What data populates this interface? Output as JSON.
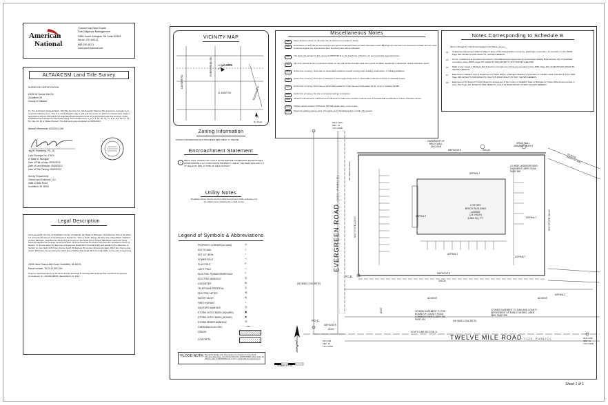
{
  "sheet": {
    "label": "Sheet 1 of 1"
  },
  "company": {
    "logo_line1": "American",
    "logo_line2": "National",
    "lines": [
      "Commercial Real Estate",
      "Due Diligence Management",
      "3486 South Arlington Rd Suite 59163",
      "Akron, OH 44312",
      "888.250.8121",
      "www.americannat.net"
    ]
  },
  "title_box": {
    "title": "ALTA/ACSM Land Title Survey",
    "cert_heading": "SURVEYOR CERTIFICATION",
    "address": [
      "20000 W Twelve Mile Rd",
      "Southfield, MI",
      "County of Oakland"
    ],
    "cert_text": "To: The Huntington National Bank; 169 Title Services Inc; Old Republic National Title Insurance Company and American National, LLC. This is to certify that this map or plat and the survey on which it is based were made in accordance with the 2011 Minimum Standard Detail Requirements for ALTA/ACSM Land Title Surveys, jointly established and adopted by ALTA and NSPS, and includes Items 1, 2, 3, 4, 6a, 6b, 7a, 7c, 8, 9, 11a, 13, 14, 17, 18, 19a, 20, 21 of Table A thereof. The field work was completed on 05/01/2013.",
    "network_ref": "Network Reference: #2012014-000",
    "surveyor_lines": [
      "Jay W. Shemberg, PS, JD",
      "Land Surveyor No. 47674",
      "In State of: Michigan",
      "Date of Plat or Map: 05/02/2012",
      "Date of Last Revision: 05/03/2012",
      "Date of Title Printing: 05/02/2012"
    ],
    "prepared_by": [
      "Survey Prepared by:",
      "Global Land Solutions, LLC",
      "3085 12 Mile Road",
      "Southfield, MI 48341"
    ],
    "seal_text": "STATE OF MICHIGAN PROFESSIONAL SURVEYOR"
  },
  "legal": {
    "title": "Legal Description",
    "paragraph": "Land situated in the City of Southfield, County of Oakland, and State of Michigan, described as: Part of the West 1/2 of the Southeast 1/4 of Southwest 1/4 Section 11, Town 1 North, Range 10 East, City of Southfield, Oakland County, Michigan, described as: Beginning at a point on the North line of Twelve Mile Road, said point being South 89 degrees 50 minutes 30 seconds East, 60.0 feet and due North 60.0 feet from the Southwest corner of Section 11; thence along the East line of Evergreen Road (60.0 foot half width) and parallel to the West line of Section 11, due North 215.0 feet; thence South 89 degrees 50 minutes 30 seconds East, 200.0 feet; thence due South, 150.0 feet; thence along the North line of Twelve Mile Road (60.0 foot half width) to the point of beginning.",
    "address": "20000 West Twelve Mile Road, Southfield, MI 48076",
    "parcel": "Parcel number: 76-24-11-351-040",
    "closing": "Property described above is the same as that described in Old Republic National Title Insurance Company's Commitment No. 10126433MIMI, dated March 15, 2012."
  },
  "vicinity": {
    "title": "VICINITY MAP",
    "roads": [
      "12 MILE RD",
      "11 MILE RD",
      "EVERGREEN RD",
      "LAHSER RD",
      "TELEGRAPH"
    ],
    "site_label": "SITE",
    "scale_note": "No Scale"
  },
  "zoning": {
    "title": "Zoning Information",
    "text": "ZONING INFORMATION NOT PROVIDED PER TABLE \"A\" ITEM 6B"
  },
  "encroachment": {
    "title": "Encroachment Statement",
    "marker": "1",
    "text": "BRICK WALL (SURVEYOR COULD NO DETERMINE OWNERSHIP) ENCROACHES APPROXIMATELY 1.0' OVER NORTH PROPERTY LINE AT THE WEST END AND 1.0' AT THE EAST END, AT TIME OF FIELD SURVEY."
  },
  "utility": {
    "title": "Utility Notes",
    "text": "All utilities shown hereon are from observed ground visible evidence only. No utilities were marked prior to field survey."
  },
  "legend": {
    "title": "Legend of Symbols & Abbreviations",
    "items": [
      "PROPERTY CORNER (as noted)",
      "SET PK NAIL",
      "SET 1/2\" IRON",
      "POWER POLE",
      "FLAG POLE",
      "LIGHT POLE",
      "ELECTRIC TRANSFORMER BOX",
      "ELECTRIC MANHOLE",
      "GAS METER",
      "TELEPHONE PEDESTAL",
      "ELECTRIC METER",
      "WATER VALVE",
      "FIRE HYDRANT",
      "SANITARY MANHOLE",
      "STORM CATCH BASIN (SQUARE)",
      "STORM CATCH BASIN (ROUND)",
      "STORM SEWER MANHOLE",
      "OVERHEAD ELECTRIC",
      "GRAVEL",
      "CONCRETE"
    ],
    "symbols": [
      "◎",
      "△",
      "○",
      "⊸",
      "ℙ",
      "☼",
      "T",
      "Ⓔ",
      "⊞",
      "◫",
      "Ⓜ",
      "⊗",
      "♁",
      "Ⓢ",
      "▣",
      "◉",
      "Ⓓ",
      "—OE—"
    ]
  },
  "flood": {
    "title": "FLOOD NOTE:",
    "text": "By graphic plotting only, this property is in Zone(s) X of the Flood Insurance Rate Map, Community Panel No. 26125C0538F, which bears an effective date of 09/29/2006 and is not in a Special Flood Hazard Area."
  },
  "scale": {
    "label": "SCALE: 1\" = 30'"
  },
  "misc": {
    "title": "Miscellaneous Notes",
    "notes": [
      {
        "id": "MN1",
        "text": "Some features shown on this plat may be shown out of scale for clarity."
      },
      {
        "id": "MN2",
        "text": "Dimensions on this plat are expressed in feet and decimal parts thereof unless otherwise noted. Bearings are referred to an assumed meridian and are used to denote angles only. Monuments were found at points where indicated."
      },
      {
        "id": "MN3",
        "text": "The basis of bearings for this survey is S89°50'30\"E on the South line of Section 11, per record title legal description."
      },
      {
        "id": "MN4",
        "text": "All of the various survey monuments shown on this plat as found and/or used are in good condition, apparently undisturbed, unless otherwise noted."
      },
      {
        "id": "MN5",
        "text": "At the time of survey, there was no observable evidence of earth moving work, building construction, or building additions."
      },
      {
        "id": "MN6",
        "text": "At the time of survey, there are no changes in street right of way lines or observable evidence of street or sidewalk repairs."
      },
      {
        "id": "MN7",
        "text": "At the time of survey, there was no observable evidence of site use as a solid waste dump, sump or sanitary landfill."
      },
      {
        "id": "MN8",
        "text": "At the time of survey, the site is not being used as a cemetery."
      },
      {
        "id": "MN9",
        "text": "All field measurements matched record dimensions within the precision requirements of ALTA/ACSM specifications unless otherwise shown."
      },
      {
        "id": "MN10",
        "text": "Subject parcel contains 0.69 Acres (30,000 square feet), more or less."
      },
      {
        "id": "MN11",
        "text": "Observed parking spaces were: 29 regular and 2 handicapped for a total of 31 spaces."
      }
    ]
  },
  "schedule": {
    "title": "Notes Corresponding to Schedule B",
    "intro": "Items 1 through 13, Not Survey Related, Not Shown Hereon.",
    "items": [
      {
        "id": "14",
        "text": "Underground Easement (Right of Way) in favor of The Detroit Edison Company, a Michigan corporation, as recorded in Liber 29334, Page 358. AFFECTS AND AFFECTS, SHOWN HEREON."
      },
      {
        "id": "15",
        "text": "Terms, conditions and provisions as recited in Site Maintenance Agreement by and between Fidelity Bank and the City of Southfield recorded in Liber 39399, Page 579. AFFECTS AND AFFECTS, NOT SURVEY RELATED."
      },
      {
        "id": "16",
        "text": "Right of way vested in Michigan Bell Telephone Company by instrument recorded in Liber 4849, Page 403. AFFECTS AND AFFECTS, SHOWN HEREON."
      },
      {
        "id": "17",
        "text": "Easement to Oakland County Department of Public Works, a Michigan Statutory Corporation for sanitary sewer recorded in Liber 3635, Page 298. AFFECTS AND AFFECTS, FALLS IN ROAD RIGHT OF WAY, SHOWN HEREON."
      },
      {
        "id": "18",
        "text": "Easement to the Board of County Road Commissioners of the County of Oakland, State of Michigan for Twelve Mile Road recorded in Liber 750, Page 434. AFFECTS AND AFFECTS, FALLS IN ROAD RIGHT OF WAY, SHOWN HEREON."
      }
    ]
  },
  "plan": {
    "evergreen_road": "EVERGREEN ROAD",
    "evergreen_public": "(120' PUBLIC)",
    "twelve_mile_road": "TWELVE MILE ROAD",
    "twelve_mile_public": "(120' PUBLIC)",
    "wide_access": "(60' WIDE ACCESS)",
    "wide_concrete_left": "(58' WIDE CONCRETE)",
    "wide_concrete_bottom": "(58' WIDE CONCRETE)",
    "south_line": "SOUTH LINE SECTION 11",
    "building": [
      "1 STORY",
      "BRICK BUILDING",
      "#20000",
      "(24' HIGH)",
      "3,654 SQ. FT."
    ],
    "pob": "P.O.B.",
    "poc": "P.O.C.",
    "w14": [
      "W1/4 COR.",
      "SEC. 11",
      "T1N, R10E"
    ],
    "sw": [
      "SW COR.",
      "SEC. 11",
      "T1N, R10E"
    ],
    "s14": [
      "S1/4 COR.",
      "SEC. 11",
      "T1N, R10E"
    ],
    "brick_wall_left": [
      "OWNERSHIP OF",
      "BRICK WALL",
      "UNCLEAR"
    ],
    "brick_wall_right": [
      "BRICK WALL",
      "VARIABLE HEIGHT"
    ],
    "ug_easement": [
      "10' WIDE UNDERGROUND",
      "EASEMENT LIBER 29334,",
      "PAGE 358"
    ],
    "county_road_easement": [
      "33' WIDE EASEMENT TO THE",
      "BOARD OF COUNTY ROAD",
      "COMMISSIONERS LIBER 750,",
      "PAGE 434"
    ],
    "oakland_easement": [
      "12' WIDE EASEMENT TO OAKLAND COUNTY",
      "DEPARTMENT OF PUBLIC WORKS, LIBER",
      "3635, PAGE 298"
    ],
    "bearings": {
      "north": "S89°50'30\"E",
      "north_dist": "200.00'",
      "south": "S89°50'30\"E",
      "south_dist": "200.00'",
      "east": "N00°00'00\"E",
      "east_dist": "150.00'",
      "west": "N00°00'00\"E",
      "west_dist": "215.00'",
      "poc_bearing": "S89°50'30\"E",
      "poc_dist": "60.00'",
      "west_small": "60.00'"
    },
    "asphalt": "ASPHALT",
    "access": "ACCESS",
    "row_right": [
      "60' WIDE",
      "RIGHT OF WAY"
    ]
  }
}
